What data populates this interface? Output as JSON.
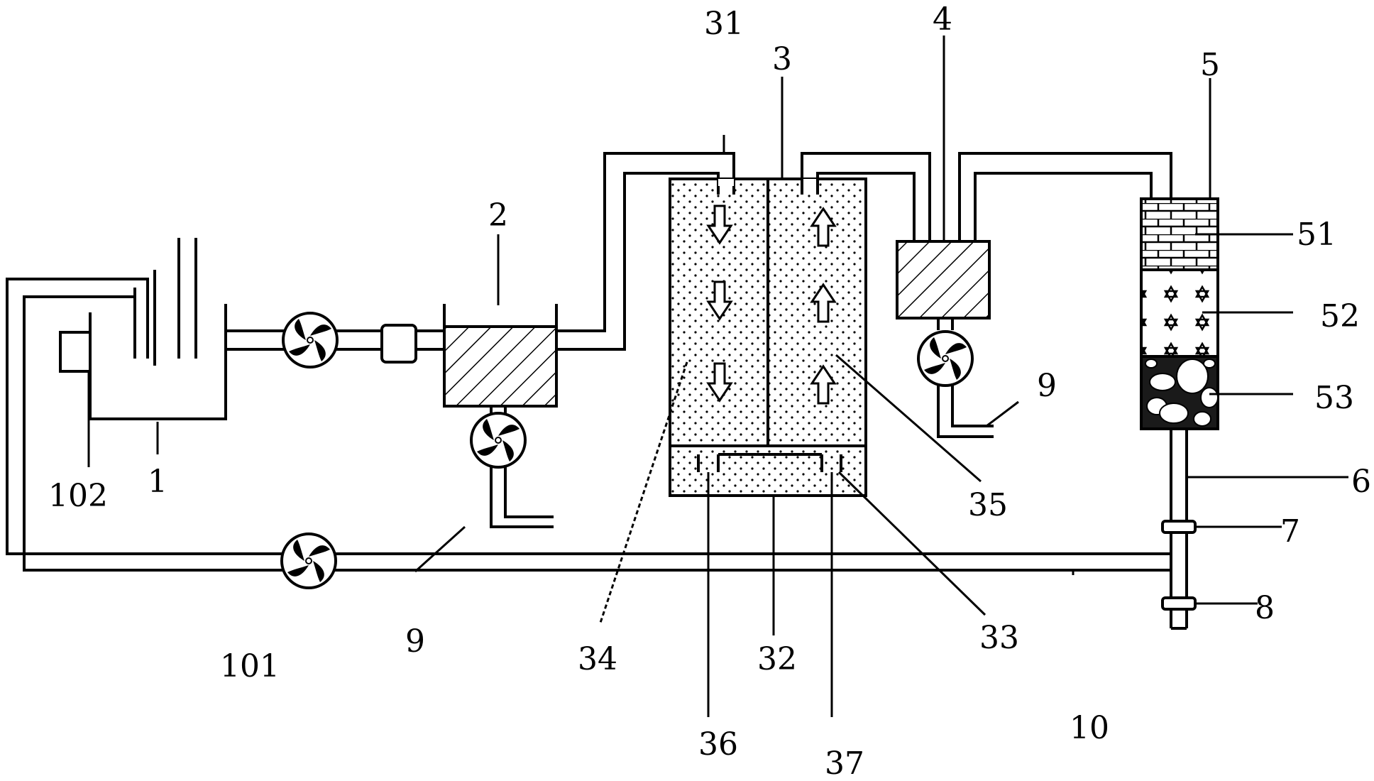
{
  "labels": {
    "l1": "1",
    "l2": "2",
    "l3": "3",
    "l4": "4",
    "l5": "5",
    "l6": "6",
    "l7": "7",
    "l8": "8",
    "l9a": "9",
    "l9b": "9",
    "l10": "10",
    "l31": "31",
    "l32": "32",
    "l33": "33",
    "l34": "34",
    "l35": "35",
    "l36": "36",
    "l37": "37",
    "l51": "51",
    "l52": "52",
    "l53": "53",
    "l101": "101",
    "l102": "102"
  },
  "colors": {
    "line": "#000000",
    "background": "#ffffff"
  }
}
